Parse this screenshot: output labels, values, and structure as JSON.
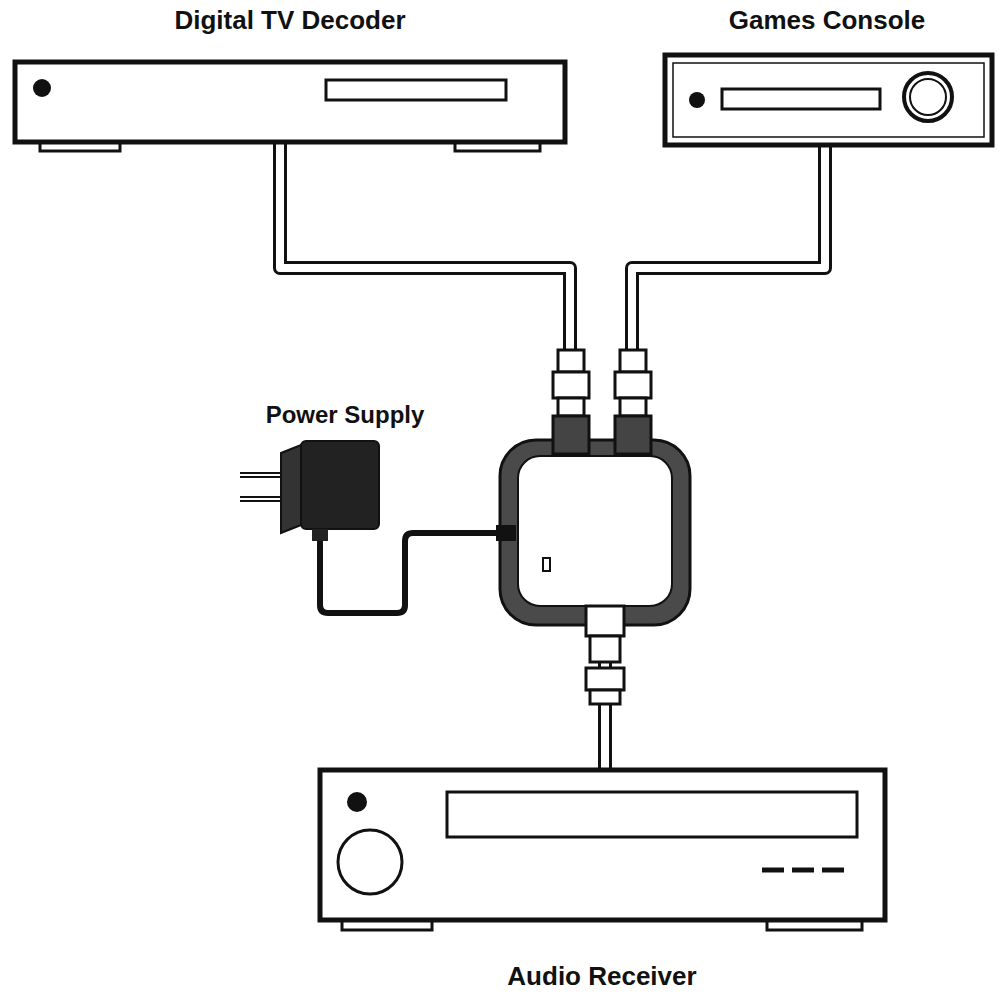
{
  "diagram": {
    "nodes": [
      {
        "text": [
          "Digital TV Decoder"
        ]
      },
      {
        "text": [
          "Games Console"
        ]
      },
      {
        "text": [
          "Power Supply"
        ]
      },
      {
        "text": [
          "Audio Receiver"
        ]
      }
    ],
    "edges": [
      {
        "from": 0,
        "to": 3,
        "arrow": "none"
      },
      {
        "from": 1,
        "to": 3,
        "arrow": "none"
      }
    ]
  }
}
